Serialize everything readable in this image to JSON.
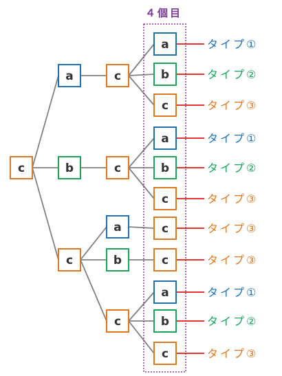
{
  "heading": "４個目",
  "colors": {
    "a": "#1f6fb4",
    "b": "#1aa35a",
    "c": "#e07820",
    "connector": "#e01818",
    "edge": "#808080",
    "frame": "#8a3aa0",
    "heading": "#7a3a9a"
  },
  "root": "c",
  "level2": [
    "a",
    "b",
    "c"
  ],
  "level3": [
    "c",
    "c",
    "a",
    "b",
    "c"
  ],
  "level4": [
    "a",
    "b",
    "c",
    "a",
    "b",
    "c",
    "c",
    "c",
    "a",
    "b",
    "c"
  ],
  "types": [
    {
      "label": "タイプ①",
      "color": "#1f6fb4"
    },
    {
      "label": "タイプ②",
      "color": "#1aa35a"
    },
    {
      "label": "タイプ③",
      "color": "#e07820"
    },
    {
      "label": "タイプ①",
      "color": "#1f6fb4"
    },
    {
      "label": "タイプ②",
      "color": "#1aa35a"
    },
    {
      "label": "タイプ③",
      "color": "#e07820"
    },
    {
      "label": "タイプ③",
      "color": "#e07820"
    },
    {
      "label": "タイプ③",
      "color": "#e07820"
    },
    {
      "label": "タイプ①",
      "color": "#1f6fb4"
    },
    {
      "label": "タイプ②",
      "color": "#1aa35a"
    },
    {
      "label": "タイプ③",
      "color": "#e07820"
    }
  ]
}
